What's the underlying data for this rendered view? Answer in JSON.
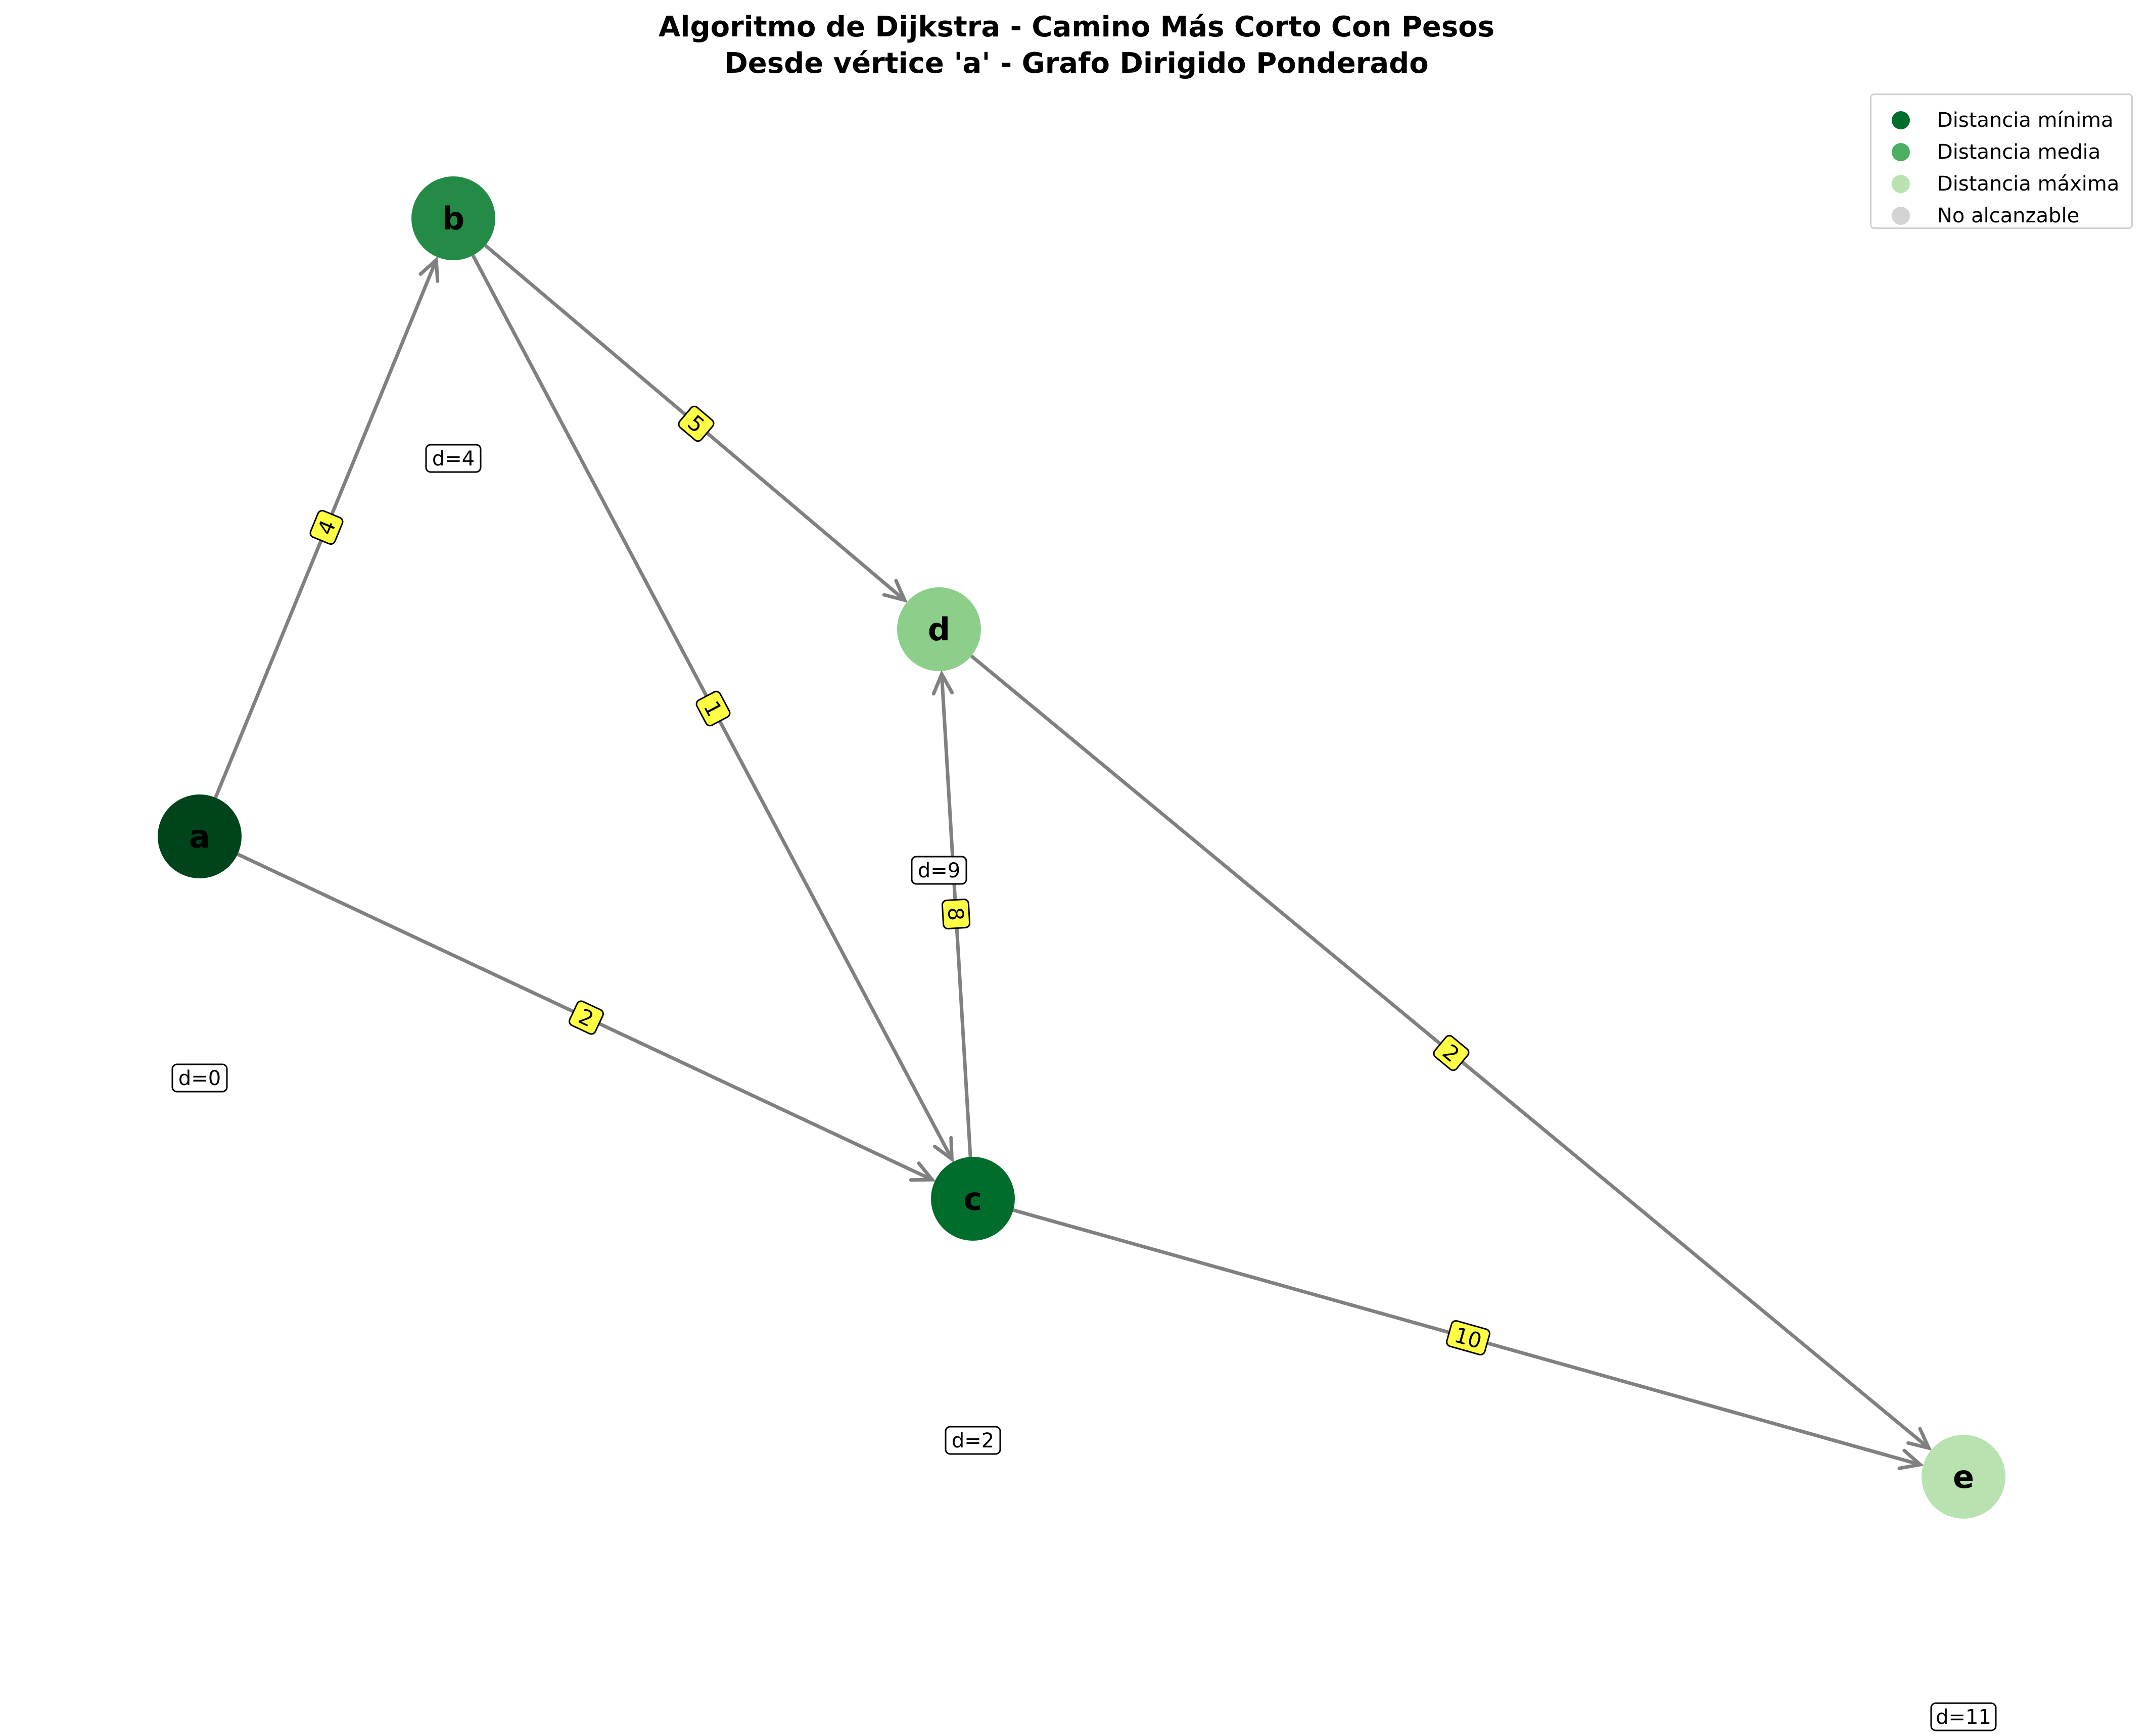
{
  "title": {
    "line1": "Algoritmo de Dijkstra - Camino Más Corto Con Pesos",
    "line2": "Desde vértice 'a' - Grafo Dirigido Ponderado"
  },
  "colors": {
    "edge": "#808080",
    "weight_label_fill": "#ffff44",
    "distance_label_fill": "#ffffff"
  },
  "nodes": [
    {
      "id": "a",
      "label": "a",
      "color": "#00441b",
      "distance_label": "d=0"
    },
    {
      "id": "b",
      "label": "b",
      "color": "#238b45",
      "distance_label": "d=4"
    },
    {
      "id": "c",
      "label": "c",
      "color": "#006d2c",
      "distance_label": "d=2"
    },
    {
      "id": "d",
      "label": "d",
      "color": "#8ccf8a",
      "distance_label": "d=9"
    },
    {
      "id": "e",
      "label": "e",
      "color": "#b8e3b1",
      "distance_label": "d=11"
    }
  ],
  "edges": [
    {
      "from": "a",
      "to": "b",
      "weight": "4"
    },
    {
      "from": "a",
      "to": "c",
      "weight": "2"
    },
    {
      "from": "b",
      "to": "c",
      "weight": "1"
    },
    {
      "from": "b",
      "to": "d",
      "weight": "5"
    },
    {
      "from": "c",
      "to": "d",
      "weight": "8"
    },
    {
      "from": "c",
      "to": "e",
      "weight": "10"
    },
    {
      "from": "d",
      "to": "e",
      "weight": "2"
    }
  ],
  "legend": [
    {
      "label": "Distancia mínima",
      "color": "#006d2c"
    },
    {
      "label": "Distancia media",
      "color": "#4daf62"
    },
    {
      "label": "Distancia máxima",
      "color": "#b8e3b1"
    },
    {
      "label": "No alcanzable",
      "color": "#d3d3d3"
    }
  ]
}
